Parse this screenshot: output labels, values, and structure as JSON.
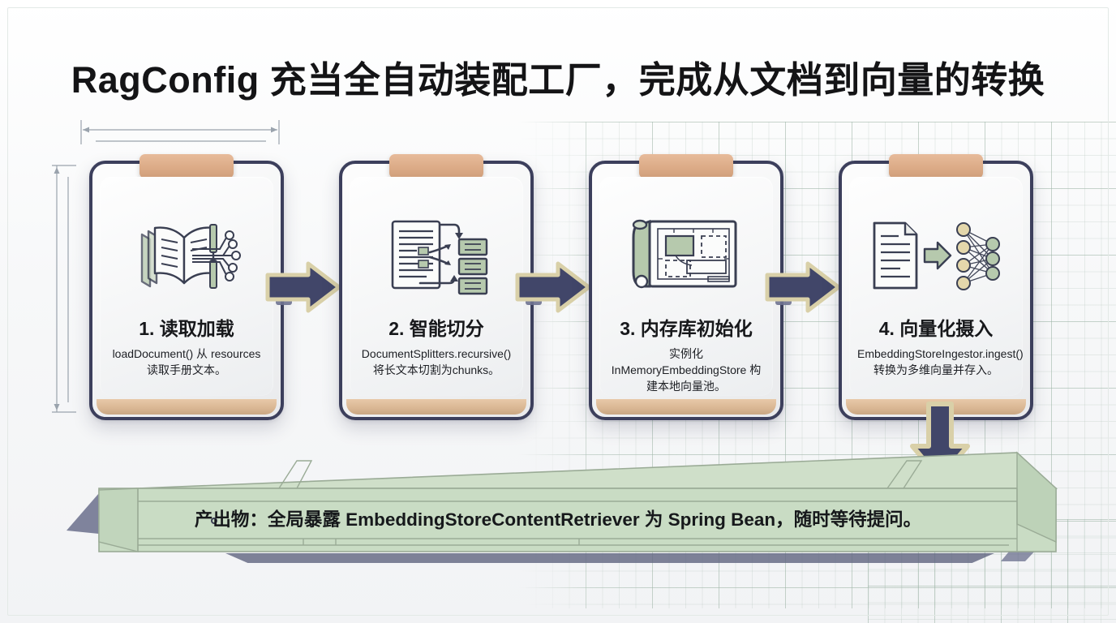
{
  "title": "RagConfig 充当全自动装配工厂，完成从文档到向量的转换",
  "theme": {
    "card_border": "#3c3f5c",
    "clip_tan": "#dcab87",
    "arrow_fill": "#414669",
    "arrow_outline": "#d9d0a8",
    "banner_green": "#c9dcc4",
    "icon_stroke": "#3a3f52",
    "icon_green": "#b6c9ad",
    "icon_tan": "#e4d7ab",
    "grid_line": "#96afa0"
  },
  "cards": [
    {
      "index": "1",
      "icon": "book-circuit-icon",
      "title": "1. 读取加载",
      "desc": "loadDocument() 从 resources 读取手册文本。"
    },
    {
      "index": "2",
      "icon": "document-split-chunks-icon",
      "title": "2. 智能切分",
      "desc": "DocumentSplitters.recursive() 将长文本切割为chunks。"
    },
    {
      "index": "3",
      "icon": "blueprint-scroll-icon",
      "title": "3. 内存库初始化",
      "desc": "实例化 InMemoryEmbeddingStore 构建本地向量池。"
    },
    {
      "index": "4",
      "icon": "document-neural-network-icon",
      "title": "4. 向量化摄入",
      "desc": "EmbeddingStoreIngestor.ingest() 转换为多维向量并存入。"
    }
  ],
  "arrows": [
    {
      "name": "arrow-card1-to-card2",
      "direction": "right"
    },
    {
      "name": "arrow-card2-to-card3",
      "direction": "right"
    },
    {
      "name": "arrow-card3-to-card4",
      "direction": "right"
    },
    {
      "name": "arrow-card4-to-banner",
      "direction": "down"
    }
  ],
  "banner": {
    "text": "产出物：全局暴露 EmbeddingStoreContentRetriever 为 Spring Bean，随时等待提问。"
  },
  "annotations": {
    "dimension_top": "width-dimension-line",
    "dimension_left": "height-dimension-line"
  }
}
